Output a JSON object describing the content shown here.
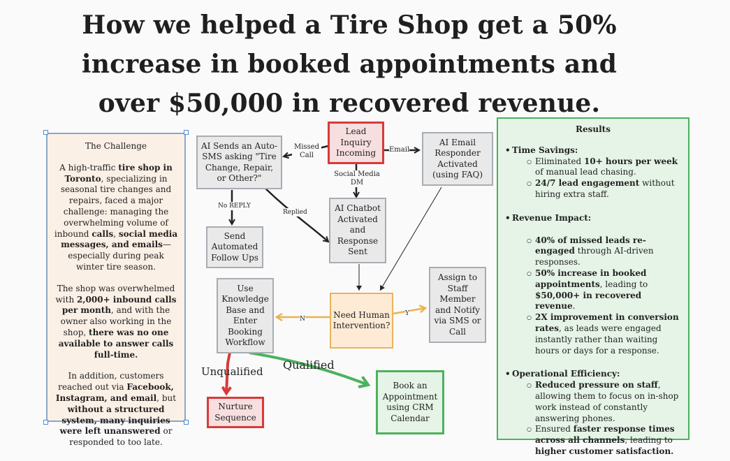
{
  "title": {
    "line1": "How we helped a Tire Shop get a 50%",
    "line2": "increase in booked appointments and",
    "line3": "over $50,000 in recovered revenue."
  },
  "challenge": {
    "heading": "The Challenge",
    "p1": [
      {
        "t": "A high-traffic ",
        "b": false
      },
      {
        "t": "tire shop in Toronto",
        "b": true
      },
      {
        "t": ", specializing in seasonal tire changes and repairs, faced a major challenge: managing the overwhelming volume of inbound ",
        "b": false
      },
      {
        "t": "calls",
        "b": true
      },
      {
        "t": ", ",
        "b": false
      },
      {
        "t": "social media messages, and emails",
        "b": true
      },
      {
        "t": "—especially during peak winter tire season.",
        "b": false
      }
    ],
    "p2": [
      {
        "t": "The shop was overwhelmed with ",
        "b": false
      },
      {
        "t": "2,000+ inbound calls per month",
        "b": true
      },
      {
        "t": ", and with the owner also working in the shop, ",
        "b": false
      },
      {
        "t": "there was no one available to answer calls full-time.",
        "b": true
      }
    ],
    "p3": [
      {
        "t": "In addition, customers reached out via ",
        "b": false
      },
      {
        "t": "Facebook, Instagram,",
        "b": true
      },
      {
        "t": " and email",
        "b": true
      },
      {
        "t": ", but ",
        "b": false
      },
      {
        "t": "without a structured system, many inquiries were left unanswered",
        "b": true
      },
      {
        "t": " or responded to too late.",
        "b": false
      }
    ]
  },
  "nodes": {
    "lead": "Lead Inquiry Incoming",
    "autosms": "AI Sends an Auto-SMS asking \"Tire Change, Repair, or Other?\"",
    "email": "AI Email Responder Activated (using FAQ)",
    "chatbot": "AI Chatbot Activated and Response Sent",
    "followups": "Send Automated Follow Ups",
    "human": "Need Human Intervention?",
    "assign": "Assign to Staff Member and Notify via SMS or Call",
    "knowledge": "Use Knowledge Base and Enter Booking Workflow",
    "nurture": "Nurture Sequence",
    "book": "Book an Appointment using CRM Calendar"
  },
  "edge_labels": {
    "missed_call": "Missed Call",
    "email": "Email",
    "social": "Social Media DM",
    "no_reply": "No REPLY",
    "replied": "Replied",
    "n": "N",
    "y": "Y",
    "unqualified": "Unqualified",
    "qualified": "Qualified"
  },
  "results": {
    "heading": "Results",
    "sections": [
      {
        "title": "Time Savings:",
        "items": [
          [
            {
              "t": "Eliminated ",
              "b": false
            },
            {
              "t": "10+ hours per week",
              "b": true
            },
            {
              "t": " of manual lead chasing.",
              "b": false
            }
          ],
          [
            {
              "t": "24/7 lead engagement",
              "b": true
            },
            {
              "t": " without hiring extra staff.",
              "b": false
            }
          ]
        ]
      },
      {
        "title": "Revenue Impact:",
        "items": [
          [
            {
              "t": "40% of missed leads re-engaged",
              "b": true
            },
            {
              "t": " through AI-driven responses.",
              "b": false
            }
          ],
          [
            {
              "t": "50% increase in booked appointments",
              "b": true
            },
            {
              "t": ", leading to ",
              "b": false
            },
            {
              "t": "$50,000+ in recovered revenue",
              "b": true
            },
            {
              "t": ".",
              "b": false
            }
          ],
          [
            {
              "t": "2X improvement in conversion rates",
              "b": true
            },
            {
              "t": ", as leads were engaged instantly rather than waiting hours or days for a response.",
              "b": false
            }
          ]
        ]
      },
      {
        "title": "Operational Efficiency:",
        "items": [
          [
            {
              "t": "Reduced pressure on staff",
              "b": true
            },
            {
              "t": ", allowing them to focus on in-shop work instead of constantly answering phones.",
              "b": false
            }
          ],
          [
            {
              "t": "Ensured ",
              "b": false
            },
            {
              "t": "faster response times across all channels",
              "b": true
            },
            {
              "t": ", leading to ",
              "b": false
            },
            {
              "t": "higher customer satisfaction.",
              "b": true
            }
          ]
        ]
      }
    ]
  },
  "colors": {
    "arrow_black": "#222222",
    "arrow_orange": "#ecb24f",
    "arrow_red": "#d83a3a",
    "arrow_green": "#4cb25d"
  }
}
